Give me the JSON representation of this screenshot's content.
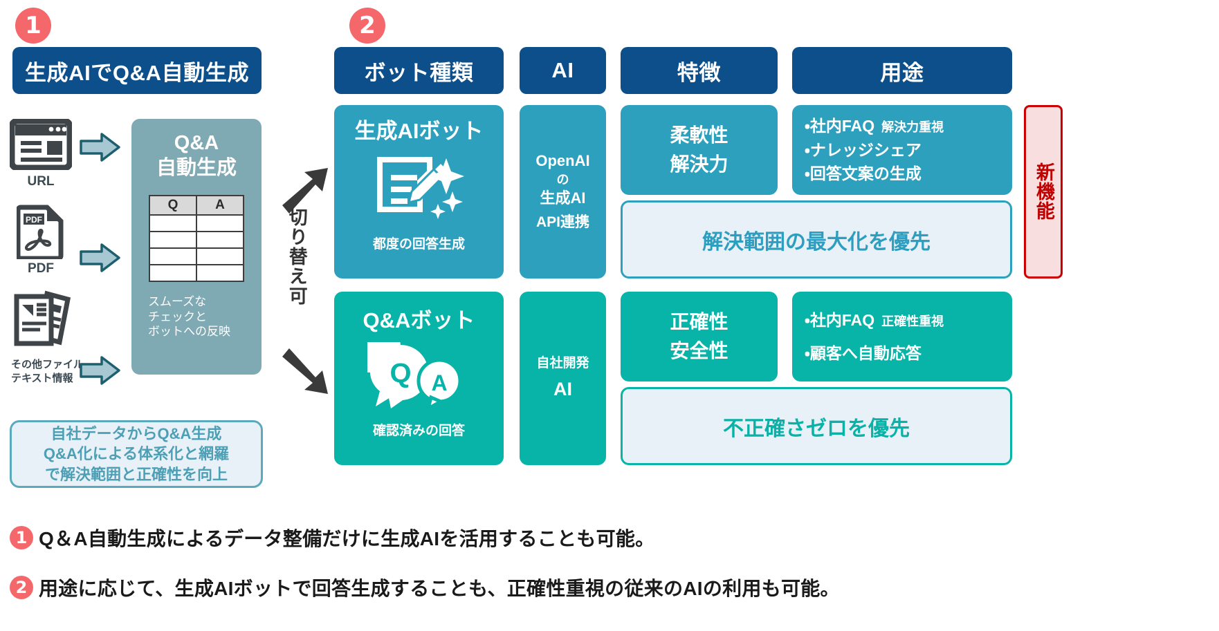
{
  "markers": {
    "one": "❶",
    "two": "❷"
  },
  "left_panel": {
    "title": "生成AIでQ&A自動生成",
    "sources": [
      {
        "label": "URL",
        "icon": "browser-window-icon"
      },
      {
        "label": "PDF",
        "icon": "pdf-file-icon"
      },
      {
        "label": "その他ファイル\nテキスト情報",
        "icon": "documents-icon"
      }
    ],
    "generator": {
      "title_line1": "Q&A",
      "title_line2": "自動生成",
      "table": {
        "headers": [
          "Q",
          "A"
        ],
        "empty_rows": 4
      },
      "caption": "スムーズな\nチェックと\nボットへの反映"
    },
    "callout": [
      "自社データからQ&A生成",
      "Q&A化による体系化と網羅",
      "で解決範囲と正確性を向上"
    ]
  },
  "switch": {
    "label": "切り替え可"
  },
  "table": {
    "headers": [
      "ボット種類",
      "AI",
      "特徴",
      "用途"
    ],
    "rows": [
      {
        "bot_name": "生成AIボット",
        "bot_icon": "document-pencil-sparkle-icon",
        "bot_sub": "都度の回答生成",
        "ai_lines": [
          "OpenAI",
          "の",
          "生成AI",
          "API連携"
        ],
        "features": [
          "柔軟性",
          "解決力"
        ],
        "uses": [
          {
            "text": "・社内FAQ",
            "note": "解決力重視"
          },
          {
            "text": "・ナレッジシェア",
            "note": ""
          },
          {
            "text": "・回答文案の生成",
            "note": ""
          }
        ],
        "priority": "解決範囲の最大化を優先",
        "accent": "#2da0bd"
      },
      {
        "bot_name": "Q&Aボット",
        "bot_icon": "qa-speech-bubbles-icon",
        "bot_sub": "確認済みの回答",
        "ai_lines": [
          "自社開発",
          "AI"
        ],
        "features": [
          "正確性",
          "安全性"
        ],
        "uses": [
          {
            "text": "・社内FAQ",
            "note": "正確性重視"
          },
          {
            "text": "・顧客へ自動応答",
            "note": ""
          }
        ],
        "priority": "不正確さゼロを優先",
        "accent": "#08b3a8"
      }
    ]
  },
  "new_feature": {
    "label": "新機能",
    "color": "#cc0000"
  },
  "footnotes": [
    {
      "marker": "❶",
      "text": "Q＆A自動生成によるデータ整備だけに生成AIを活用することも可能。"
    },
    {
      "marker": "❷",
      "text": "用途に応じて、生成AIボットで回答生成することも、正確性重視の従来のAIの利用も可能。"
    }
  ],
  "colors": {
    "header_blue": "#0d4f8b",
    "teal": "#2da0bd",
    "green": "#08b3a8",
    "slate": "#7fa9b3",
    "pale": "#e9f1f8",
    "marker_red": "#f4676a",
    "new_red": "#cc0000"
  }
}
